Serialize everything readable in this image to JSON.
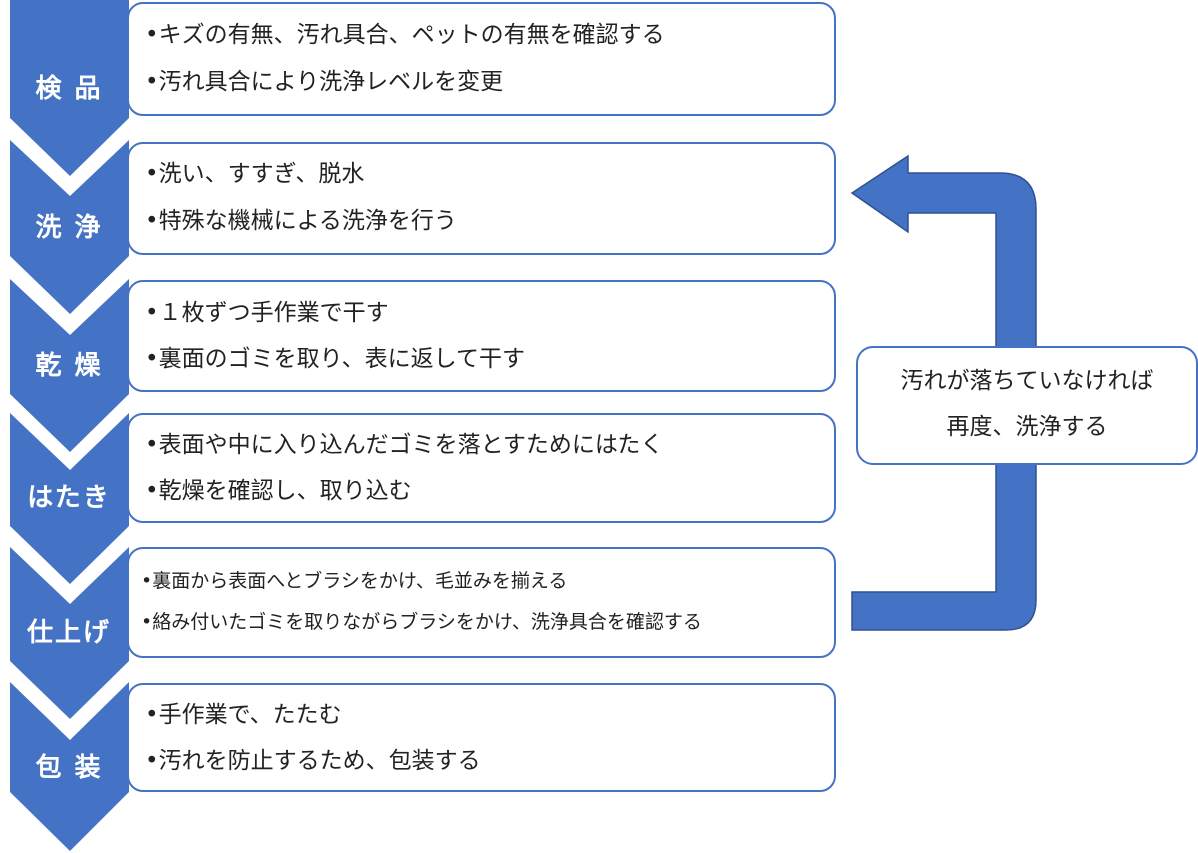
{
  "colors": {
    "accent": "#4472C4",
    "box_border": "#4472C4",
    "text": "#222222",
    "label_text": "#ffffff"
  },
  "steps": [
    {
      "label": "検 品",
      "bullets": [
        "•キズの有無、汚れ具合、ペットの有無を確認する",
        "•汚れ具合により洗浄レベルを変更"
      ]
    },
    {
      "label": "洗 浄",
      "bullets": [
        "•洗い、すすぎ、脱水",
        "•特殊な機械による洗浄を行う"
      ]
    },
    {
      "label": "乾 燥",
      "bullets": [
        "•１枚ずつ手作業で干す",
        "•裏面のゴミを取り、表に返して干す"
      ]
    },
    {
      "label": "はたき",
      "bullets": [
        "•表面や中に入り込んだゴミを落とすためにはたく",
        "•乾燥を確認し、取り込む"
      ]
    },
    {
      "label": "仕上げ",
      "bullets": [
        "•裏面から表面へとブラシをかけ、毛並みを揃える",
        "•絡み付いたゴミを取りながらブラシをかけ、洗浄具合を確認する"
      ]
    },
    {
      "label": "包 装",
      "bullets": [
        "•手作業で、たたむ",
        "•汚れを防止するため、包装する"
      ]
    }
  ],
  "loop_note": {
    "lines": [
      "汚れが落ちていなければ",
      "再度、洗浄する"
    ]
  }
}
